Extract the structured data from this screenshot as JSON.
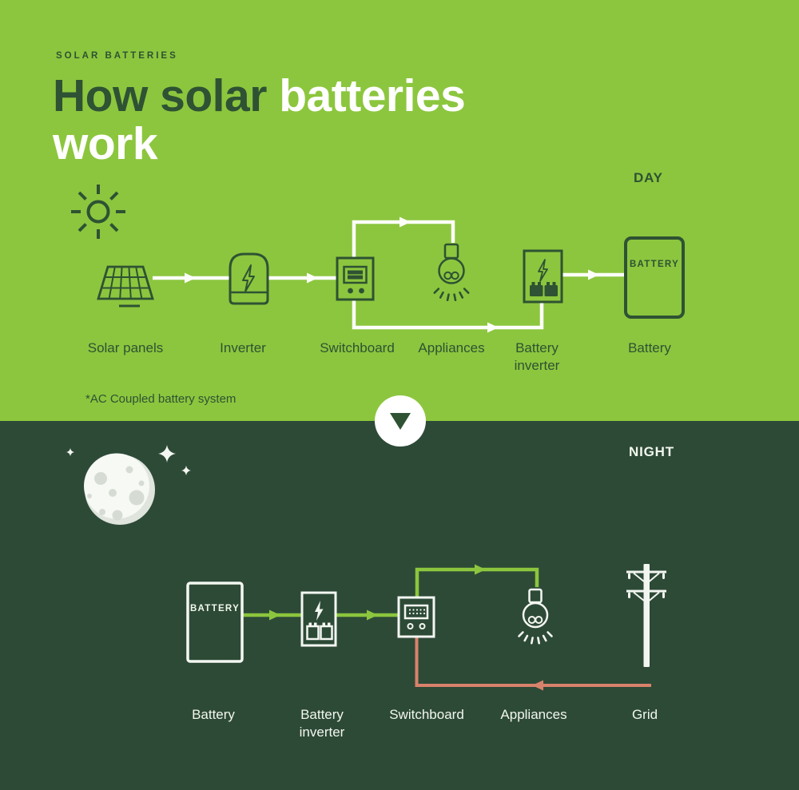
{
  "header": {
    "eyebrow": "SOLAR BATTERIES",
    "title_dark": "How solar ",
    "title_light": "batteries",
    "title_line2": "work",
    "footnote": "*AC Coupled battery system"
  },
  "day": {
    "label": "DAY",
    "battery_text": "BATTERY",
    "nodes": [
      "Solar panels",
      "Inverter",
      "Switchboard",
      "Appliances",
      "Battery inverter",
      "Battery"
    ]
  },
  "night": {
    "label": "NIGHT",
    "battery_text": "BATTERY",
    "nodes": [
      "Battery",
      "Battery inverter",
      "Switchboard",
      "Appliances",
      "Grid"
    ]
  },
  "icons": {
    "sun": "sun-icon",
    "solar_panels": "solar-panels-icon",
    "inverter": "inverter-icon",
    "switchboard": "switchboard-icon",
    "appliances": "lightbulb-icon",
    "battery_inverter": "battery-inverter-icon",
    "battery": "battery-icon",
    "moon": "moon-icon",
    "stars": "sparkle-star-icon",
    "grid": "power-pole-icon",
    "divider": "chevron-down-icon"
  },
  "colors": {
    "day_bg": "#8CC63E",
    "night_bg": "#2D4A37",
    "ink_green": "#2E5233",
    "line_white": "#FDFEFA",
    "flow_green": "#8CC63E",
    "grid_salmon": "#D9826B"
  }
}
